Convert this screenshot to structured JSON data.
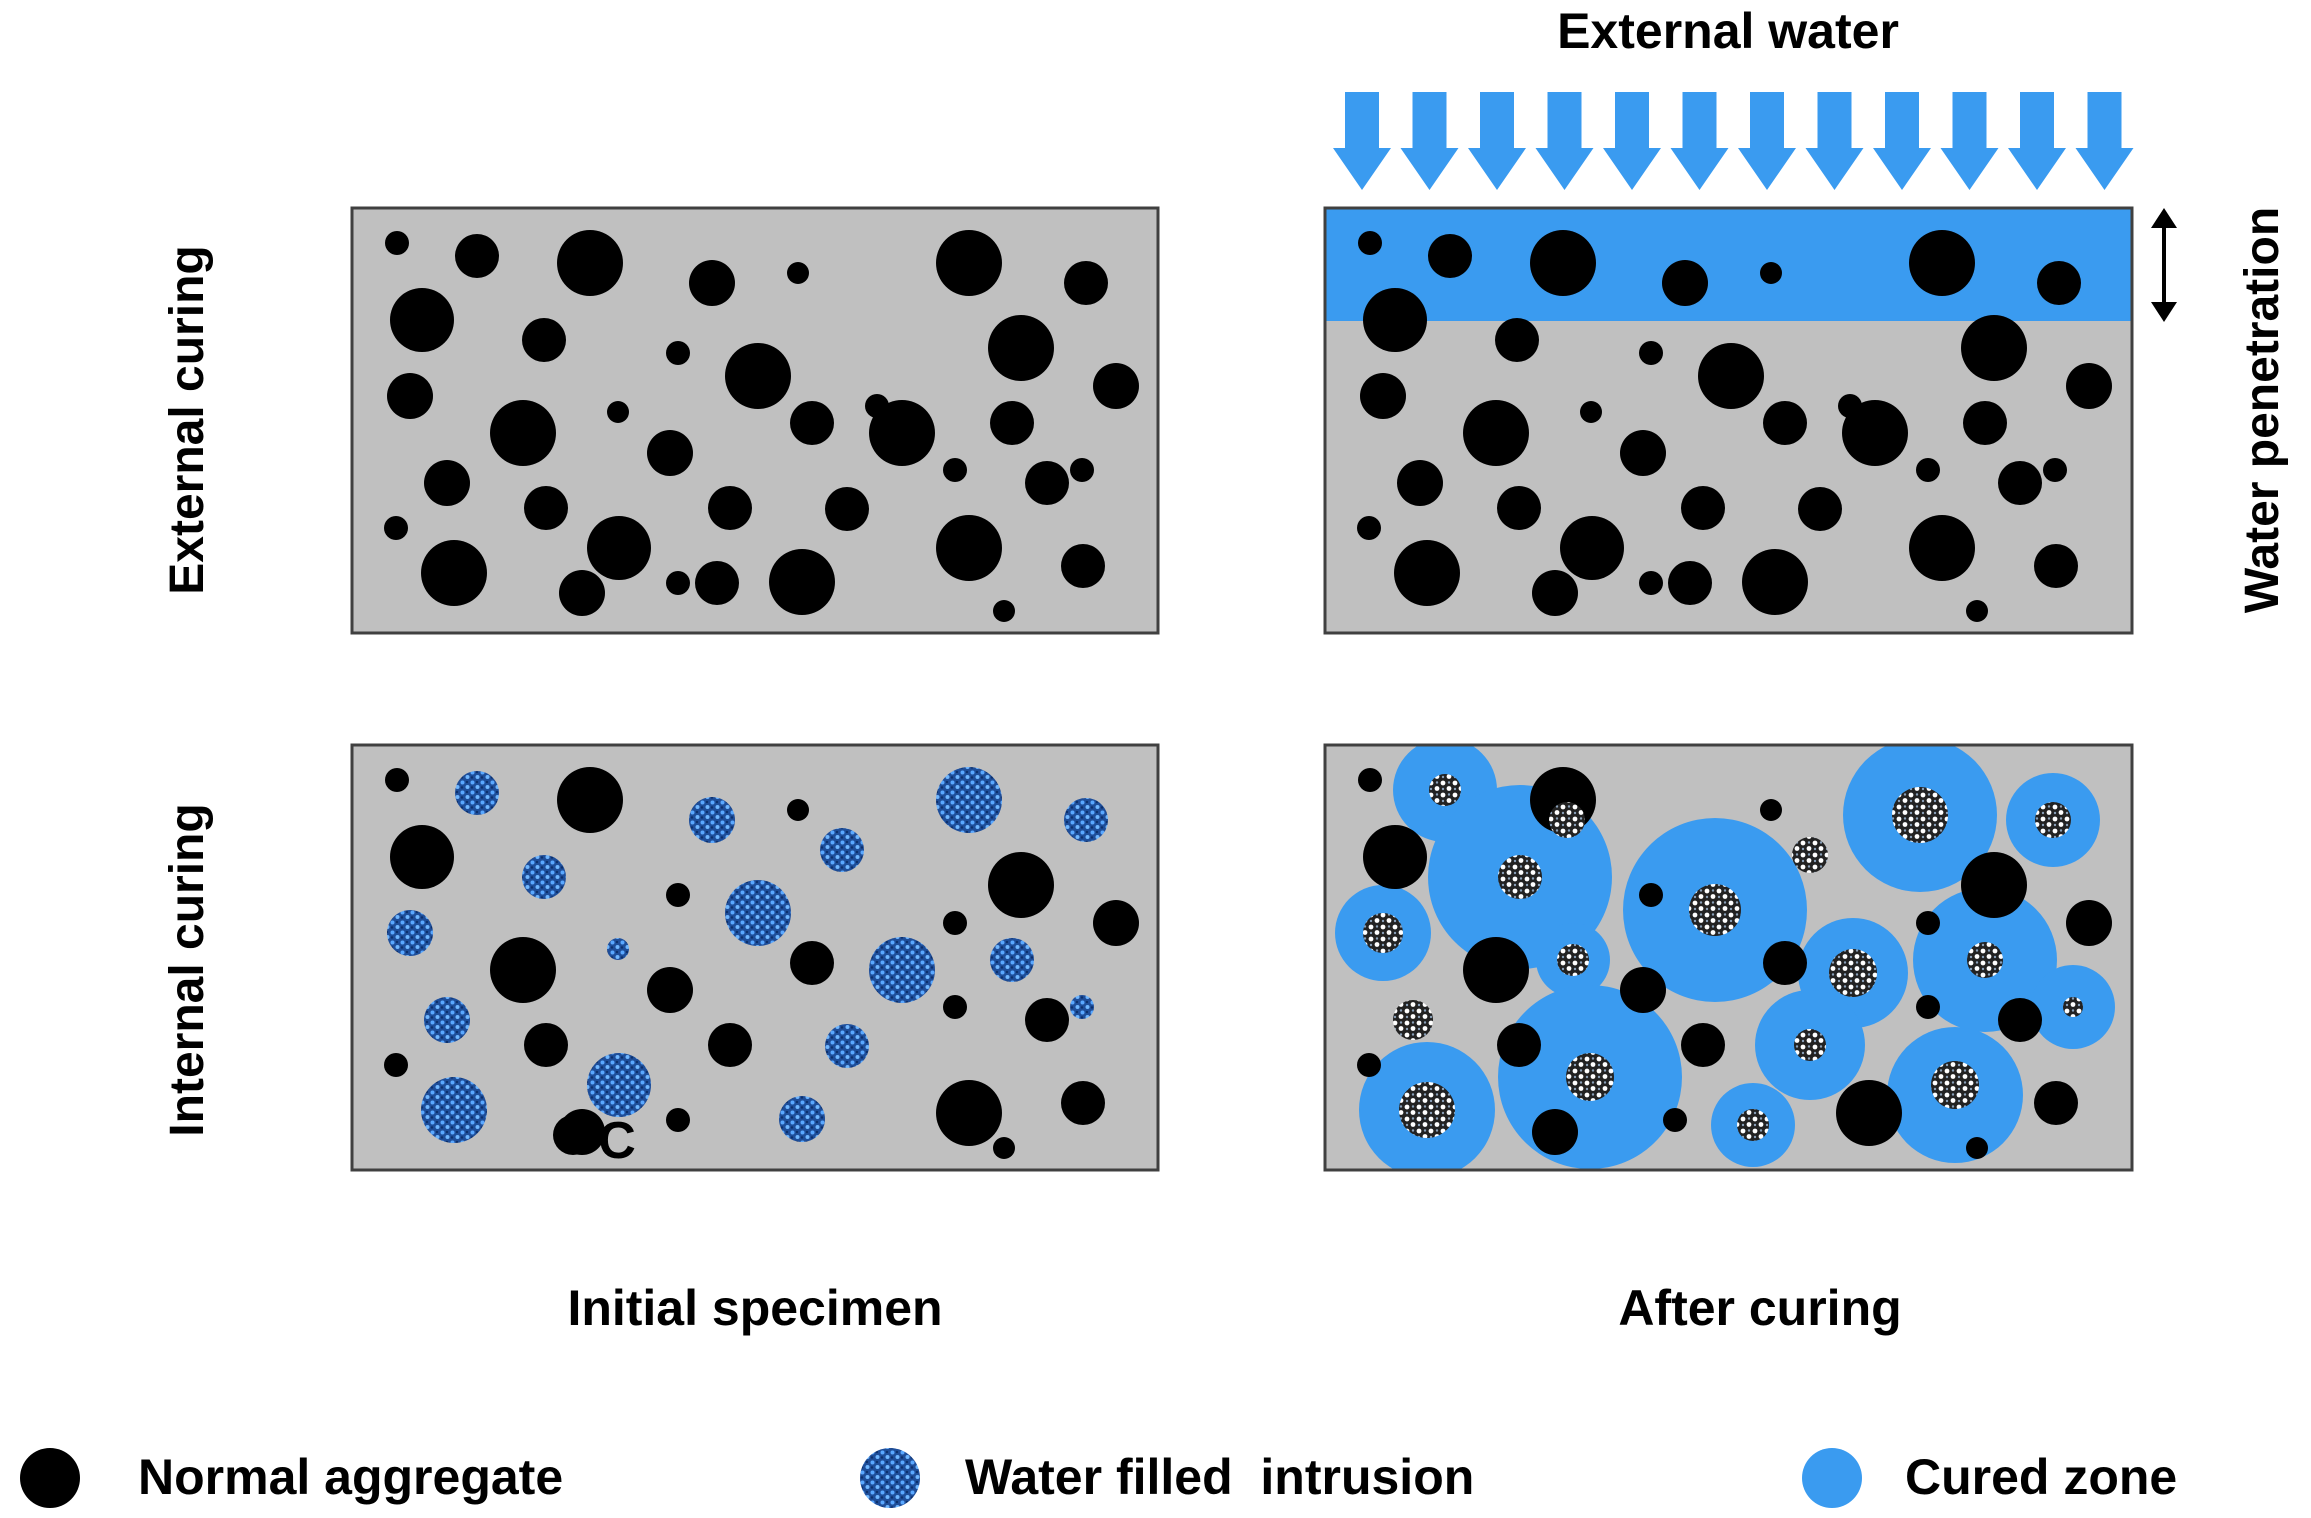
{
  "header": {
    "top_label": "External water"
  },
  "rows": {
    "external": "External curing",
    "internal": "Internal curing"
  },
  "side_label": "Water penetration",
  "columns": {
    "initial": "Initial specimen",
    "after": "After curing"
  },
  "inline_marker": "C",
  "legend": [
    {
      "id": "normal",
      "label": "Normal aggregate",
      "icon": "black-circle-icon"
    },
    {
      "id": "intrusion",
      "label": "Water filled  intrusion",
      "icon": "speckled-circle-icon"
    },
    {
      "id": "cured",
      "label": "Cured zone",
      "icon": "blue-circle-icon"
    }
  ],
  "colors": {
    "matrix": "#c0c0c0",
    "aggregate": "#000000",
    "water": "#3a9bf0",
    "intrusion_base": "#1e4e9a",
    "intrusion_speck": "#5aa8ff",
    "porous_white": "#ffffff"
  }
}
